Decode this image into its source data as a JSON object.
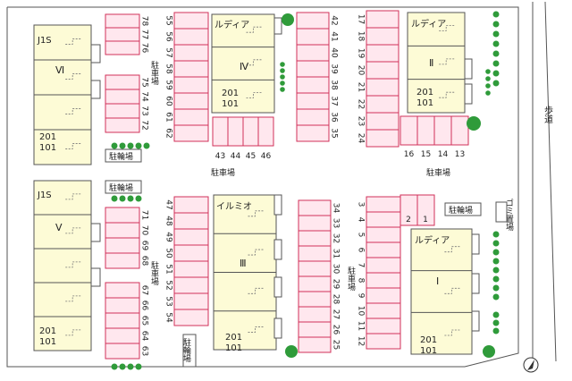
{
  "colors": {
    "building": "#fdfbd6",
    "parking": "#ffe7ee",
    "parking_line": "#d0315a",
    "outline": "#555555",
    "tree": "#2f9b3a",
    "road": "#555555"
  },
  "buildings": [
    {
      "id": "vi",
      "name": "J1S",
      "roman": "Ⅵ",
      "rooms": [
        "201",
        "101"
      ]
    },
    {
      "id": "v",
      "name": "J1S",
      "roman": "Ⅴ",
      "rooms": [
        "201",
        "101"
      ]
    },
    {
      "id": "iv",
      "name": "ルディア",
      "roman": "Ⅳ",
      "rooms": [
        "201",
        "101"
      ]
    },
    {
      "id": "iii",
      "name": "イルミオ",
      "roman": "Ⅲ",
      "rooms": [
        "201",
        "101"
      ]
    },
    {
      "id": "ii",
      "name": "ルディア",
      "roman": "Ⅱ",
      "rooms": [
        "201",
        "101"
      ]
    },
    {
      "id": "i",
      "name": "ルディア",
      "roman": "Ⅰ",
      "rooms": [
        "201",
        "101"
      ]
    }
  ],
  "labels": {
    "parking": "駐車場",
    "bicycle": "駐輪場",
    "garbage": "ゴミ置場",
    "sidewalk": "歩道"
  },
  "spaces": {
    "col_76_78": [
      "76",
      "77",
      "78"
    ],
    "col_72_75": [
      "72",
      "73",
      "74",
      "75"
    ],
    "col_55_62": [
      "55",
      "56",
      "57",
      "58",
      "59",
      "60",
      "61",
      "62"
    ],
    "row_43_46": [
      "43",
      "44",
      "45",
      "46"
    ],
    "col_35_42": [
      "35",
      "36",
      "37",
      "38",
      "39",
      "40",
      "41",
      "42"
    ],
    "col_17_24": [
      "17",
      "18",
      "19",
      "20",
      "21",
      "22",
      "23",
      "24"
    ],
    "row_13_16": [
      "16",
      "15",
      "14",
      "13"
    ],
    "col_68_71": [
      "68",
      "69",
      "70",
      "71"
    ],
    "col_63_67": [
      "63",
      "64",
      "65",
      "66",
      "67"
    ],
    "col_47_54": [
      "47",
      "48",
      "49",
      "50",
      "51",
      "52",
      "53",
      "54"
    ],
    "col_25_34": [
      "25",
      "26",
      "27",
      "28",
      "29",
      "30",
      "31",
      "32",
      "33",
      "34"
    ],
    "col_3_12": [
      "3",
      "4",
      "5",
      "6",
      "7",
      "8",
      "9",
      "10",
      "11",
      "12"
    ],
    "pair_1_2": [
      "2",
      "1"
    ]
  }
}
